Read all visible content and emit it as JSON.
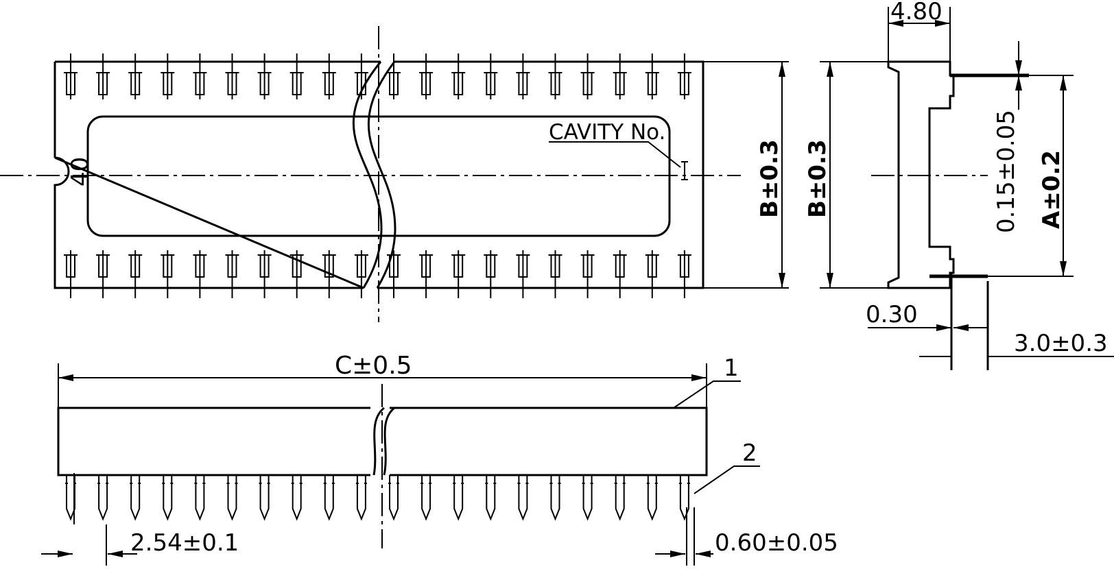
{
  "dims": {
    "top_width": "4.80",
    "b_front": "B±0.3",
    "b_side": "B±0.3",
    "a_dim": "A±0.2",
    "small_dim": "0.15±0.05",
    "wall": "0.30",
    "pin_len": "3.0±0.3",
    "c_dim": "C±0.5",
    "pitch": "2.54±0.1",
    "pin_w": "0.60±0.05"
  },
  "labels": {
    "cavity": "CAVITY  No.",
    "pin_count": "40",
    "part1": "1",
    "part2": "2"
  }
}
